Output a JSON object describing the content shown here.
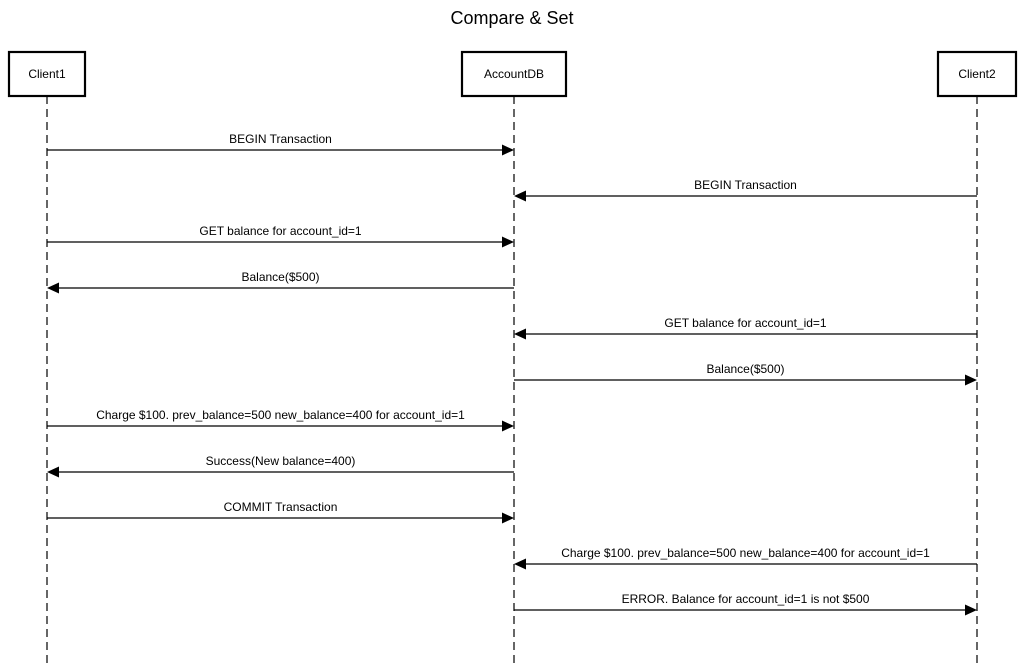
{
  "diagram": {
    "title": "Compare & Set",
    "participants": [
      {
        "id": "client1",
        "label": "Client1"
      },
      {
        "id": "accountdb",
        "label": "AccountDB"
      },
      {
        "id": "client2",
        "label": "Client2"
      }
    ],
    "messages": [
      {
        "from": "client1",
        "to": "accountdb",
        "label": "BEGIN Transaction"
      },
      {
        "from": "client2",
        "to": "accountdb",
        "label": "BEGIN Transaction"
      },
      {
        "from": "client1",
        "to": "accountdb",
        "label": "GET balance for account_id=1"
      },
      {
        "from": "accountdb",
        "to": "client1",
        "label": "Balance($500)"
      },
      {
        "from": "client2",
        "to": "accountdb",
        "label": "GET balance for account_id=1"
      },
      {
        "from": "accountdb",
        "to": "client2",
        "label": "Balance($500)"
      },
      {
        "from": "client1",
        "to": "accountdb",
        "label": "Charge $100. prev_balance=500 new_balance=400 for account_id=1"
      },
      {
        "from": "accountdb",
        "to": "client1",
        "label": "Success(New balance=400)"
      },
      {
        "from": "client1",
        "to": "accountdb",
        "label": "COMMIT Transaction"
      },
      {
        "from": "client2",
        "to": "accountdb",
        "label": "Charge $100. prev_balance=500 new_balance=400 for account_id=1"
      },
      {
        "from": "accountdb",
        "to": "client2",
        "label": "ERROR. Balance for account_id=1 is not $500"
      }
    ]
  }
}
